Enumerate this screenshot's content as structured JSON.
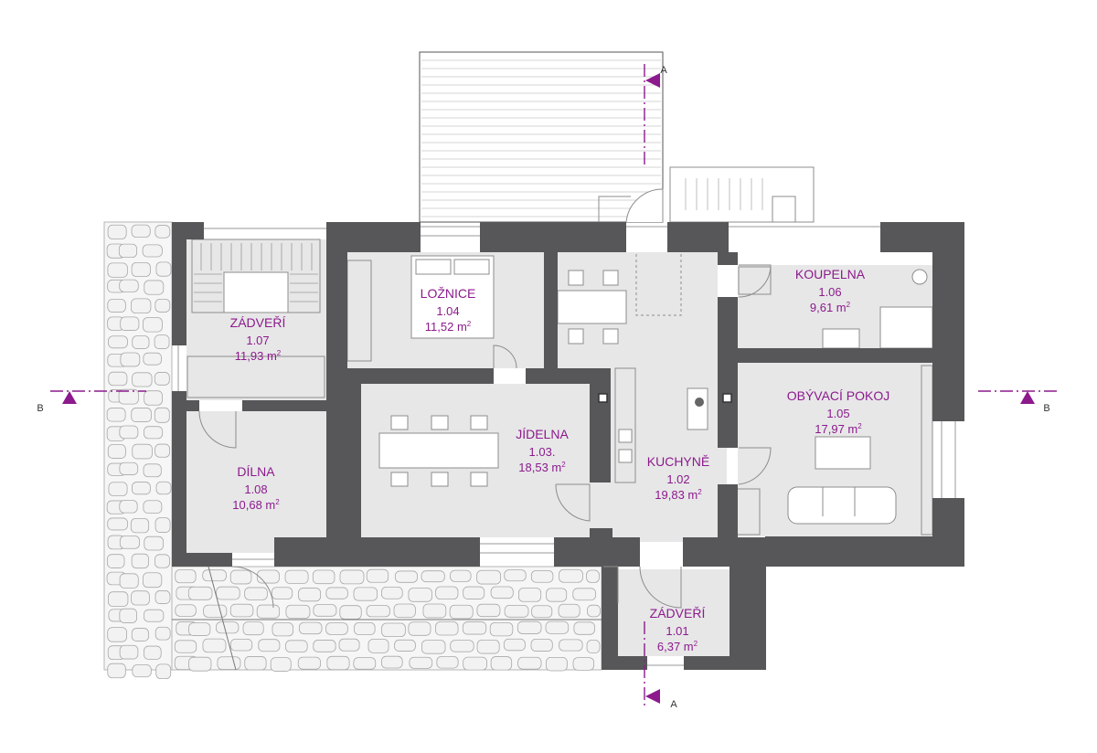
{
  "colors": {
    "wall": "#575759",
    "floor": "#e7e7e8",
    "label": "#8c1a8c",
    "section_marker": "#8c1a8c"
  },
  "sections": {
    "a_top": "A",
    "a_bottom": "A",
    "b_left": "B",
    "b_right": "B"
  },
  "rooms": {
    "r101": {
      "name": "ZÁDVEŘÍ",
      "number": "1.01",
      "area": "6,37 m",
      "unit_sup": "2"
    },
    "r102": {
      "name": "KUCHYNĚ",
      "number": "1.02",
      "area": "19,83 m",
      "unit_sup": "2"
    },
    "r103": {
      "name": "JÍDELNA",
      "number": "1.03.",
      "area": "18,53 m",
      "unit_sup": "2"
    },
    "r104": {
      "name": "LOŽNICE",
      "number": "1.04",
      "area": "11,52 m",
      "unit_sup": "2"
    },
    "r105": {
      "name": "OBÝVACÍ POKOJ",
      "number": "1.05",
      "area": "17,97 m",
      "unit_sup": "2"
    },
    "r106": {
      "name": "KOUPELNA",
      "number": "1.06",
      "area": "9,61 m",
      "unit_sup": "2"
    },
    "r107": {
      "name": "ZÁDVEŘÍ",
      "number": "1.07",
      "area": "11,93 m",
      "unit_sup": "2"
    },
    "r108": {
      "name": "DÍLNA",
      "number": "1.08",
      "area": "10,68 m",
      "unit_sup": "2"
    }
  }
}
